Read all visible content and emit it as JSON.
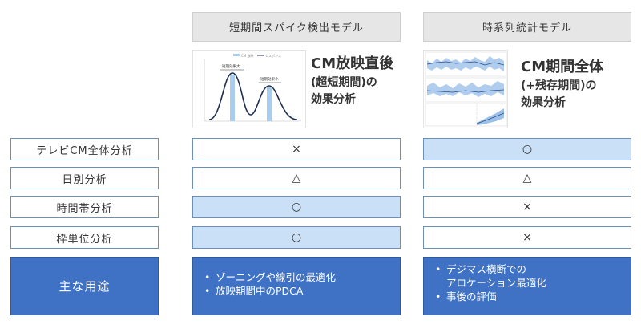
{
  "models": [
    {
      "header": "短期間スパイク検出モデル",
      "desc": [
        "CM放映直後",
        "(超短期間)の",
        "効果分析"
      ],
      "thumb": {
        "legend": [
          "CM 放映",
          "レスポンス"
        ],
        "annotations": [
          "短期効果大",
          "短期効果小"
        ]
      }
    },
    {
      "header": "時系列統計モデル",
      "desc": [
        "CM期間全体",
        "(+残存期間)の",
        "効果分析"
      ]
    }
  ],
  "rows": [
    {
      "label": "テレビCM全体分析",
      "values": [
        "×",
        "○"
      ],
      "highlight": [
        false,
        true
      ]
    },
    {
      "label": "日別分析",
      "values": [
        "△",
        "△"
      ],
      "highlight": [
        false,
        false
      ]
    },
    {
      "label": "時間帯分析",
      "values": [
        "○",
        "×"
      ],
      "highlight": [
        true,
        false
      ]
    },
    {
      "label": "枠単位分析",
      "values": [
        "○",
        "×"
      ],
      "highlight": [
        true,
        false
      ]
    }
  ],
  "usage": {
    "label": "主な用途",
    "col1": [
      "ゾーニングや線引の最適化",
      "放映期間中のPDCA"
    ],
    "col2": [
      {
        "text": "デジマス横断での",
        "cont": "アロケーション最適化"
      },
      {
        "text": "事後の評価"
      }
    ]
  },
  "colors": {
    "highlight": "#c9e0f6",
    "usage_blue": "#3f72c4",
    "border": "#6d8fb5",
    "header_gray": "#e6e6e6"
  }
}
